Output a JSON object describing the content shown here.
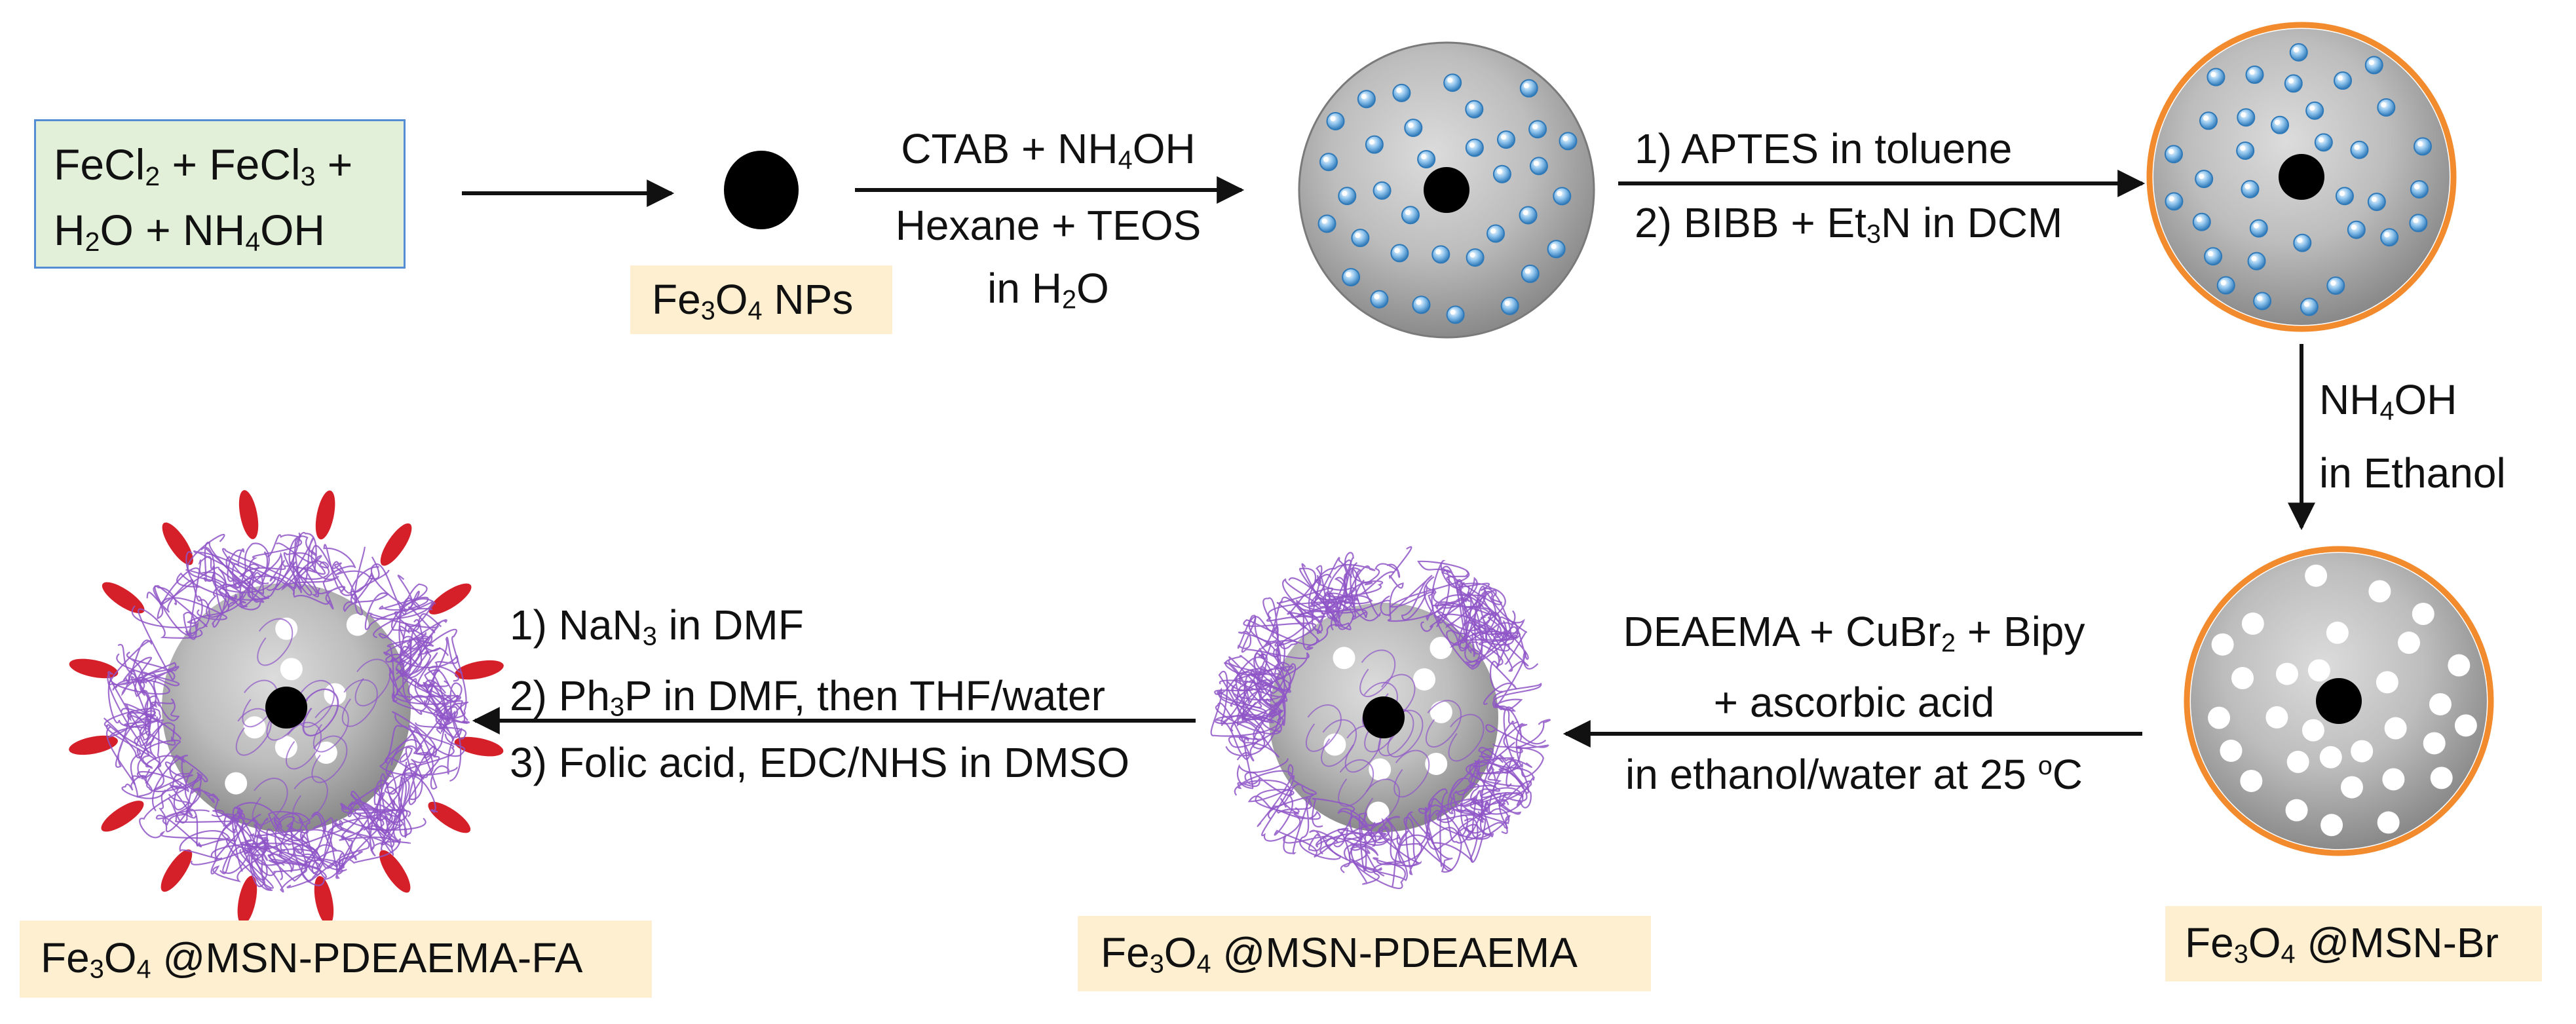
{
  "reactants": {
    "line1": {
      "a": "FeCl",
      "a_sub": "2",
      "b": " + FeCl",
      "b_sub": "3",
      "c": " +"
    },
    "line2": {
      "a": "H",
      "a_sub": "2",
      "b": "O + NH",
      "b_sub": "4",
      "c": "OH"
    }
  },
  "step1": {
    "line1": {
      "a": "CTAB + NH",
      "a_sub": "4",
      "b": "OH"
    },
    "line2": "Hexane + TEOS",
    "line3": {
      "a": "in H",
      "a_sub": "2",
      "b": "O"
    }
  },
  "step2": {
    "line1": "1) APTES in toluene",
    "line2": {
      "a": "2) BIBB + Et",
      "a_sub": "3",
      "b": "N in DCM"
    }
  },
  "step3": {
    "line1": {
      "a": "NH",
      "a_sub": "4",
      "b": "OH"
    },
    "line2": "in Ethanol"
  },
  "step4": {
    "line1": {
      "a": "DEAEMA + CuBr",
      "a_sub": "2",
      "b": " + Bipy"
    },
    "line2": "+ ascorbic acid",
    "line3": {
      "a": "in ethanol/water at 25 ",
      "a_sup": "o",
      "b": "C"
    }
  },
  "step5": {
    "line1": {
      "a": "1) NaN",
      "a_sub": "3",
      "b": " in DMF"
    },
    "line2": {
      "a": "2) Ph",
      "a_sub": "3",
      "b": "P in DMF, then THF/water"
    },
    "line3": "3) Folic acid, EDC/NHS in DMSO"
  },
  "labels": {
    "np": {
      "a": "Fe",
      "a_sub": "3",
      "b": "O",
      "b_sub": "4",
      "c": " NPs"
    },
    "br": {
      "a": "Fe",
      "a_sub": "3",
      "b": "O",
      "b_sub": "4",
      "c": " @MSN-Br"
    },
    "pdea": {
      "a": "Fe",
      "a_sub": "3",
      "b": "O",
      "b_sub": "4",
      "c": " @MSN-PDEAEMA"
    },
    "fa": {
      "a": "Fe",
      "a_sub": "3",
      "b": "O",
      "b_sub": "4",
      "c": " @MSN-PDEAEMA-FA"
    }
  },
  "colors": {
    "reactant_box_fill": "#e2f0d9",
    "reactant_box_border": "#548dd4",
    "label_box_fill": "#fdefcf",
    "silica_grey": "#b8b8b8",
    "pore_blue": "#3d8fcf",
    "initiator_orange": "#f28a2e",
    "polymer_purple": "#8e55c7",
    "folate_red": "#d5202a"
  }
}
